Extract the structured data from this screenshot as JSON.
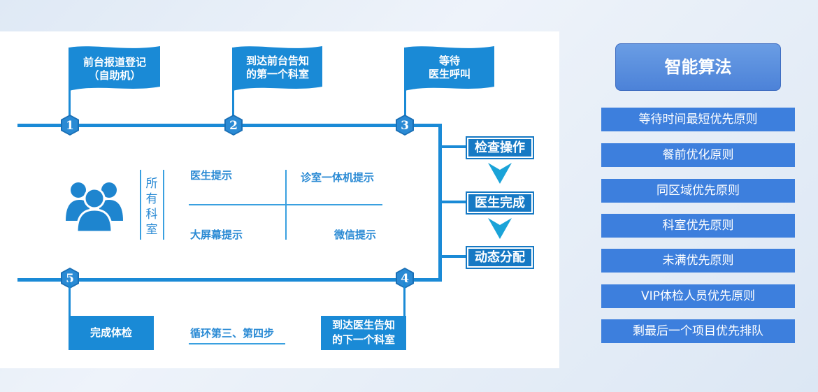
{
  "flow": {
    "flags": [
      {
        "text": "前台报道登记\n（自助机）"
      },
      {
        "text": "到达前台告知\n的第一个科室"
      },
      {
        "text": "等待\n医生呼叫"
      }
    ],
    "step_numbers": [
      "1",
      "2",
      "3",
      "4",
      "5"
    ],
    "right_steps": [
      "检查操作",
      "医生完成",
      "动态分配"
    ],
    "bottom_boxes": {
      "complete": "完成体检",
      "next_room": "到达医生告知\n的下一个科室"
    },
    "loop_text": "循环第三、第四步",
    "all_rooms_label": "所有科室",
    "hints": [
      "医生提示",
      "诊室一体机提示",
      "大屏幕提示",
      "微信提示"
    ]
  },
  "algorithm": {
    "title": "智能算法",
    "rules": [
      "等待时间最短优先原则",
      "餐前优化原则",
      "同区域优先原则",
      "科室优先原则",
      "未满优先原则",
      "VIP体检人员优先原则",
      "剩最后一个项目优先排队"
    ]
  },
  "colors": {
    "primary_blue": "#1a8ad6",
    "rule_blue": "#3d7fdd",
    "title_blue": "#5b8fde"
  }
}
